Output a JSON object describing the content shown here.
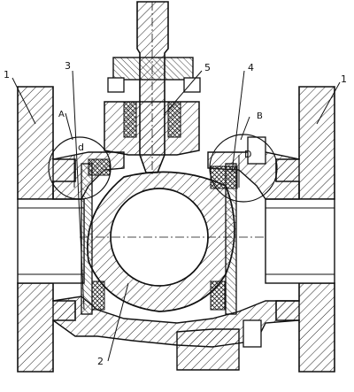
{
  "labels": {
    "body_left": "1",
    "body_right": "1",
    "ball": "2",
    "seat": "3",
    "seal": "4",
    "stem": "5",
    "detail_a": "A",
    "detail_b": "B",
    "dim_small": "d",
    "dim_large": "D"
  }
}
